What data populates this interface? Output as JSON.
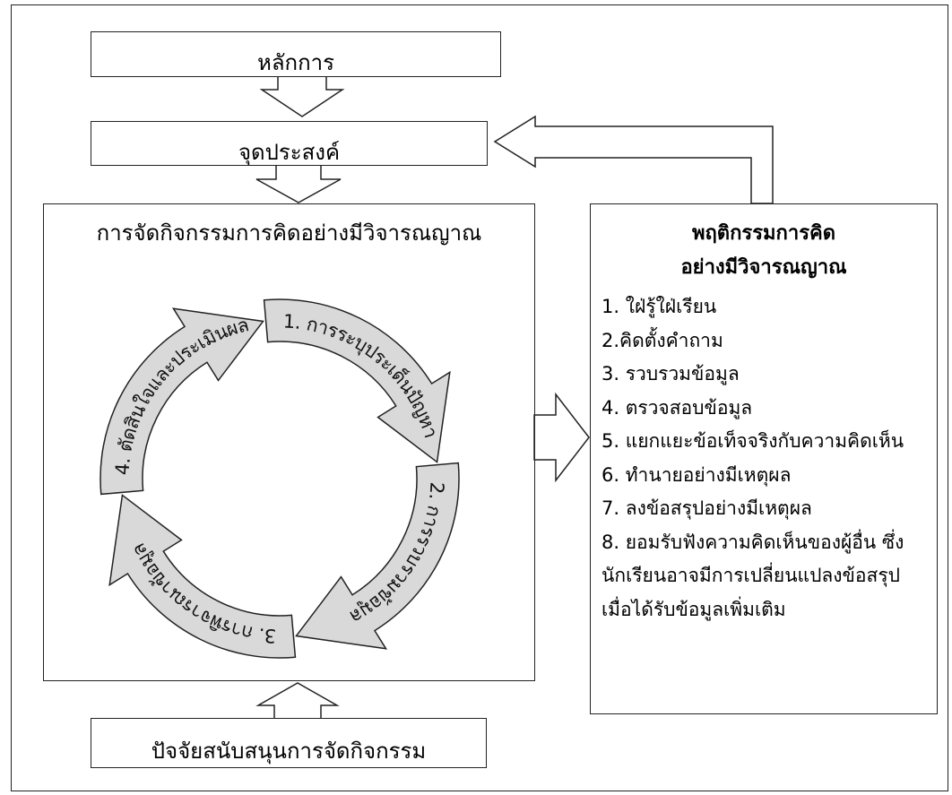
{
  "diagram": {
    "principle": "หลักการ",
    "purpose": "จุดประสงค์",
    "main_title": "การจัดกิจกรรมการคิดอย่างมีวิจารณญาณ",
    "support": "ปัจจัยสนับสนุนการจัดกิจกรรม",
    "cycle": [
      {
        "label": "1. การระบุประเด็นปัญหา"
      },
      {
        "label": "2. การรวบรวมข้อมูล"
      },
      {
        "label": "3. การพิจารณาข้อมูล"
      },
      {
        "label": "4. ตัดสินใจและประเมินผล"
      }
    ],
    "behavior": {
      "title_line1": "พฤติกรรมการคิด",
      "title_line2": "อย่างมีวิจารณญาณ",
      "items": [
        "1. ใฝ่รู้ใฝ่เรียน",
        "2.คิดตั้งคำถาม",
        "3. รวบรวมข้อมูล",
        "4. ตรวจสอบข้อมูล",
        "5. แยกแยะข้อเท็จจริงกับความคิดเห็น",
        "6. ทำนายอย่างมีเหตุผล",
        "7. ลงข้อสรุปอย่างมีเหตุผล",
        "8. ยอมรับฟังความคิดเห็นของผู้อื่น ซึ่งนักเรียนอาจมีการเปลี่ยนแปลงข้อสรุปเมื่อได้รับข้อมูลเพิ่มเติม"
      ]
    }
  }
}
